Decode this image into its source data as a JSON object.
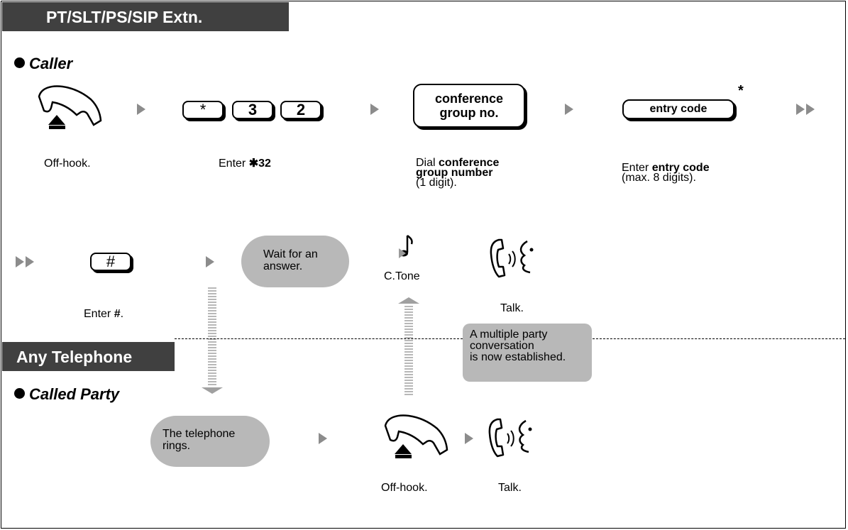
{
  "sections": {
    "top": "PT/SLT/PS/SIP Extn.",
    "bottom": "Any Telephone"
  },
  "roles": {
    "caller": "Caller",
    "called": "Called Party"
  },
  "keys": {
    "star": "*",
    "three": "3",
    "two": "2",
    "conf_line1": "conference",
    "conf_line2": "group no.",
    "entry_code": "entry code",
    "entry_asterisk": "*",
    "hash": "#"
  },
  "captions": {
    "offhook1": "Off-hook.",
    "enter_prefix": "Enter ",
    "enter_code": "32",
    "dial": "Dial ",
    "dial_bold1": "conference",
    "dial_bold2": "group number",
    "dial_tail": "(1 digit).",
    "entry_prefix": "Enter ",
    "entry_bold": "entry code",
    "entry_tail": "(max. 8 digits).",
    "enter_hash_prefix": "Enter ",
    "enter_hash": "#",
    "enter_hash_suffix": ".",
    "ctone": "C.Tone",
    "talk1": "Talk.",
    "offhook2": "Off-hook.",
    "talk2": "Talk."
  },
  "bubbles": {
    "wait_line1": "Wait for an",
    "wait_line2": "answer.",
    "rings_line1": "The telephone",
    "rings_line2": "rings.",
    "established_line1": "A multiple party",
    "established_line2": "conversation",
    "established_line3": "is now established."
  },
  "icons": {
    "handset": "off-hook-handset-icon",
    "talk": "talking-handset-icon",
    "tone": "musical-note-icon",
    "arrow": "play-triangle-icon"
  },
  "colors": {
    "header_bg": "#404040",
    "bubble_bg": "#b8b8b8",
    "arrow": "#8c8c8c"
  }
}
